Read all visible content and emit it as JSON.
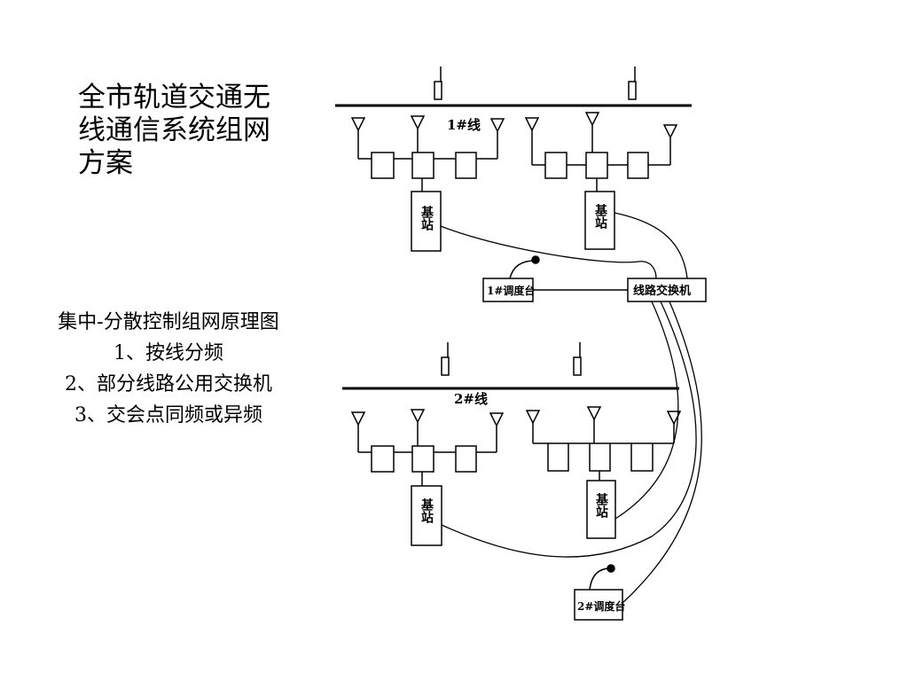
{
  "title": {
    "lines": [
      "全市轨道交通无",
      "线通信系统组网",
      "方案"
    ]
  },
  "principle": {
    "heading": "集中-分散控制组网原理图",
    "items": [
      "1、按线分频",
      "2、部分线路公用交换机",
      "3、交会点同频或异频"
    ]
  },
  "diagram": {
    "line1_label": "1#线",
    "line2_label": "2#线",
    "base_station_label": "基站",
    "dispatch1_label": "1#调度台",
    "dispatch2_label": "2#调度台",
    "switch_label": "线路交换机"
  }
}
